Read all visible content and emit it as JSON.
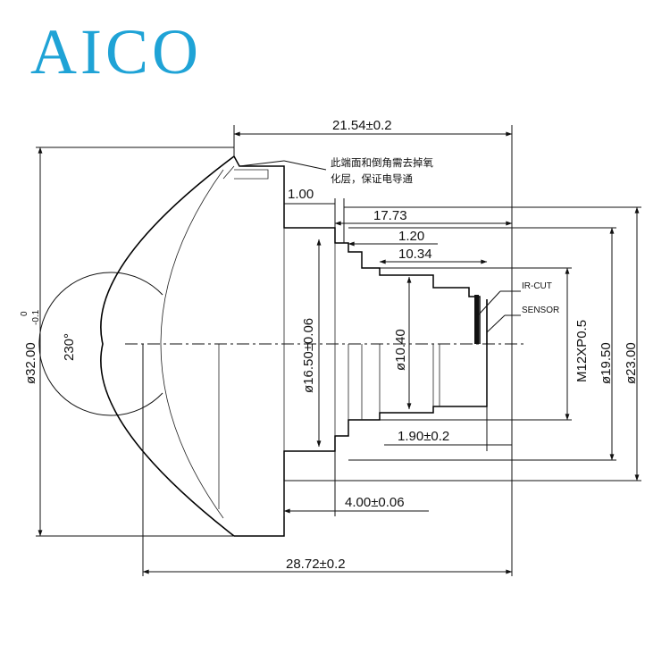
{
  "brand": {
    "logo_text": "AICO",
    "color": "#1fa3d6"
  },
  "dimensions": {
    "overall_front": "21.54±0.2",
    "flange_width": "1.00",
    "dim_17": "17.73",
    "dim_1_20": "1.20",
    "dim_10": "10.34",
    "inner_dia": "ø10.40",
    "flange_dia": "ø16.50±0.06",
    "thread": "M12XP0.5",
    "dia_19": "ø19.50",
    "dia_23": "ø23.00",
    "back_focal": "1.90±0.2",
    "flange_thk": "4.00±0.06",
    "total_length": "28.72±0.2",
    "dome_dia": "ø32.00",
    "dome_tol_upper": "0",
    "dome_tol_lower": "-0.1",
    "fov_angle": "230°"
  },
  "labels": {
    "ir_cut": "IR-CUT",
    "sensor": "SENSOR"
  },
  "note": {
    "line1": "此端面和倒角需去掉氧",
    "line2": "化层，保证电导通"
  }
}
